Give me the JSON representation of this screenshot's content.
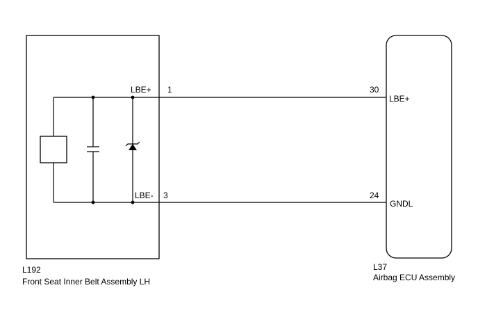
{
  "left_component": {
    "code": "L192",
    "name": "Front Seat Inner Belt Assembly LH",
    "terminals": [
      {
        "label": "LBE+",
        "pin": "1"
      },
      {
        "label": "LBE-",
        "pin": "3"
      }
    ]
  },
  "right_component": {
    "code": "L37",
    "name": "Airbag ECU Assembly",
    "terminals": [
      {
        "label": "LBE+",
        "pin": "30"
      },
      {
        "label": "GNDL",
        "pin": "24"
      }
    ]
  }
}
